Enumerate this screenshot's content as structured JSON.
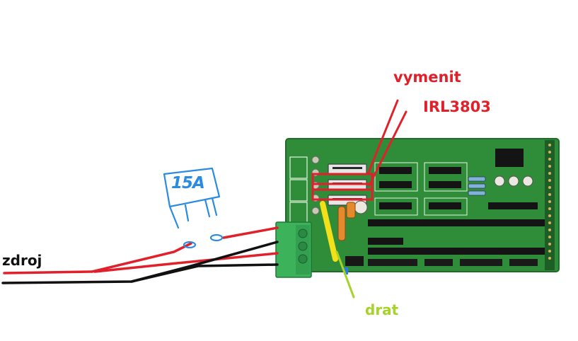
{
  "labels": {
    "zdroj": "zdroj",
    "vymenit": "vymenit",
    "part": "IRL3803",
    "drat": "drat",
    "fuse": "15A"
  },
  "colors": {
    "background": "#ffffff",
    "board": "#2f8c38",
    "board_dark": "#1f6b29",
    "terminal": "#3cb35a",
    "wire_red": "#e0202a",
    "wire_black": "#111111",
    "fuse_sketch": "#2a8be0",
    "annotation_red": "#e0202a",
    "annotation_green": "#a6d22a",
    "label_dark": "#111111"
  }
}
